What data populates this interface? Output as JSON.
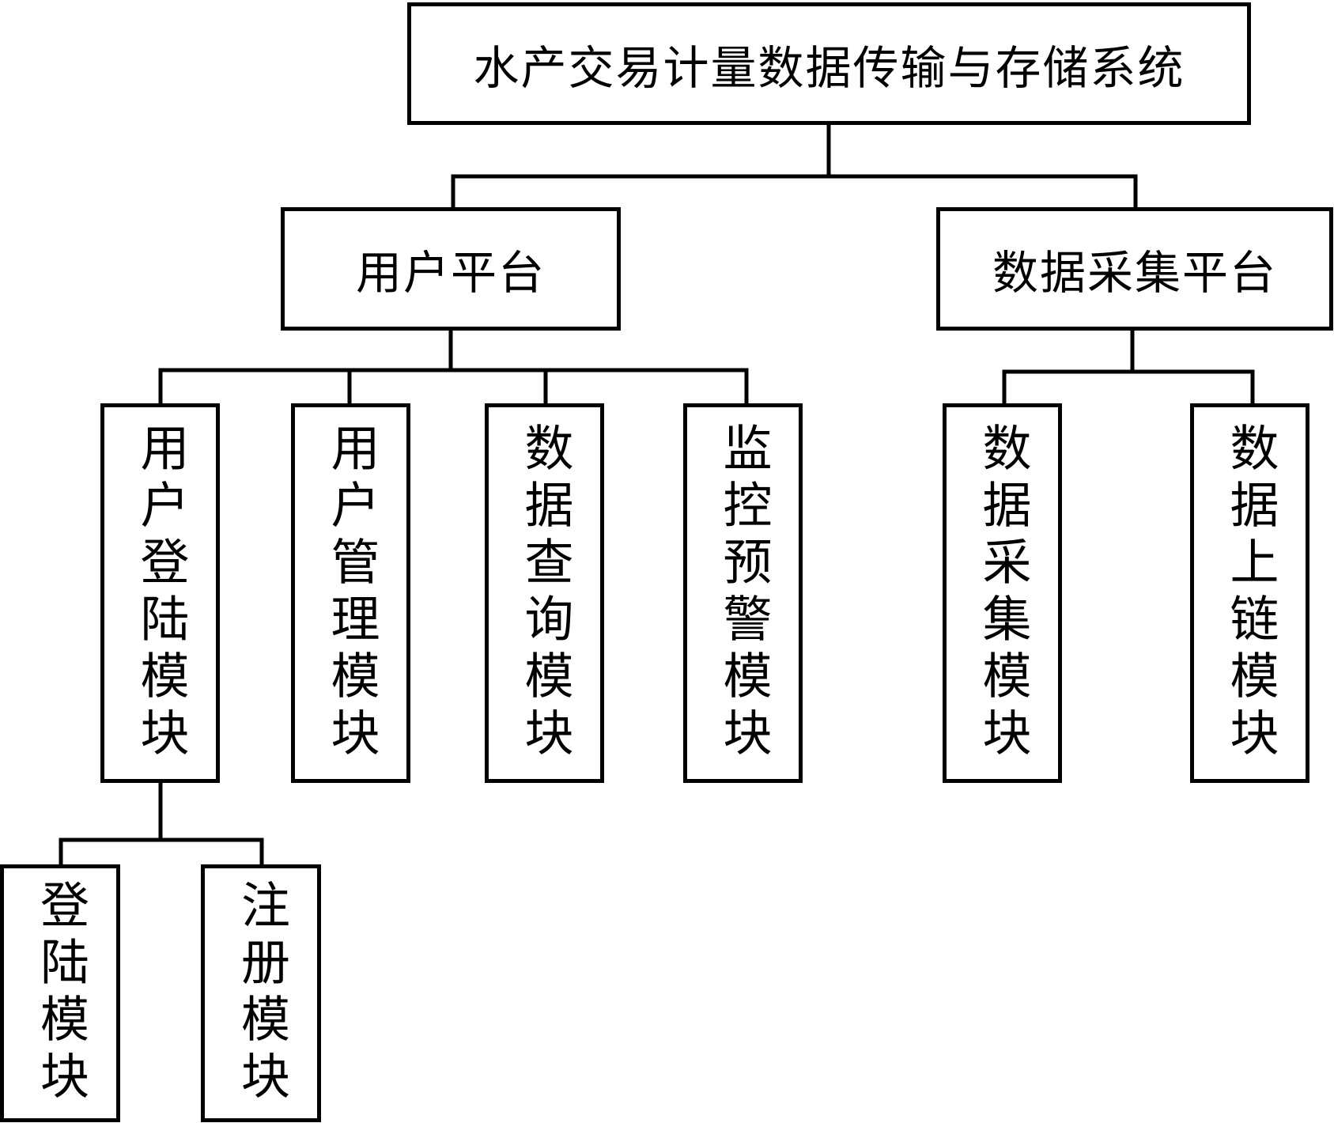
{
  "nodes": {
    "root": "水产交易计量数据传输与存储系统",
    "user_platform": "用户平台",
    "data_collection_platform": "数据采集平台",
    "user_login_module": "用户登陆模块",
    "user_management_module": "用户管理模块",
    "data_query_module": "数据查询模块",
    "monitoring_alert_module": "监控预警模块",
    "data_collection_module": "数据采集模块",
    "data_onchain_module": "数据上链模块",
    "login_module": "登陆模块",
    "register_module": "注册模块"
  },
  "colors": {
    "line": "#000000",
    "box_border": "#000000",
    "box_fill": "#ffffff",
    "text": "#000000"
  }
}
